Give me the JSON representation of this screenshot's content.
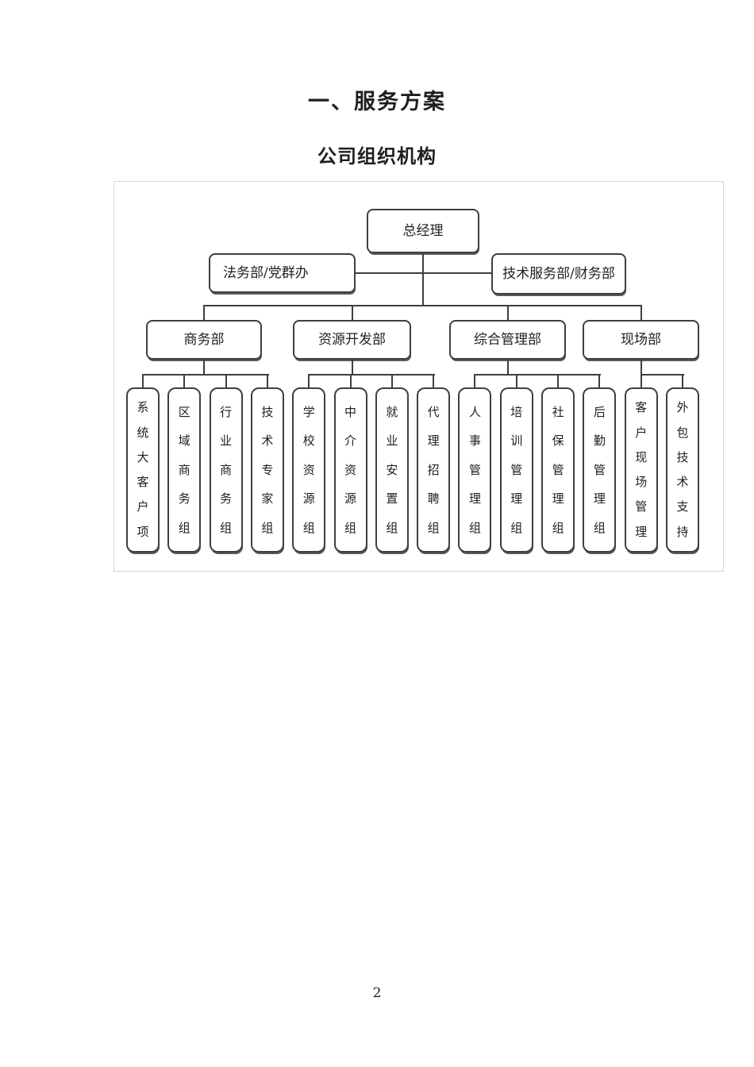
{
  "page": {
    "title": "一、服务方案",
    "subtitle": "公司组织机构",
    "page_number": "2"
  },
  "org_chart": {
    "root": "总经理",
    "staff_left": "法务部/党群办",
    "staff_right": "技术服务部/财务部",
    "departments": [
      {
        "name": "商务部",
        "teams": [
          "系统大客户项",
          "区域商务组",
          "行业商务组",
          "技术专家组"
        ]
      },
      {
        "name": "资源开发部",
        "teams": [
          "学校资源组",
          "中介资源组",
          "就业安置组",
          "代理招聘组"
        ]
      },
      {
        "name": "综合管理部",
        "teams": [
          "人事管理组",
          "培训管理组",
          "社保管理组",
          "后勤管理组"
        ]
      },
      {
        "name": "现场部",
        "teams": [
          "客户现场管理",
          "外包技术支持"
        ]
      }
    ],
    "colors": {
      "line": "#3f3f3f",
      "box_border": "#3f3f3f",
      "frame_border": "#d6d6d6",
      "text": "#1f1f1f"
    }
  }
}
